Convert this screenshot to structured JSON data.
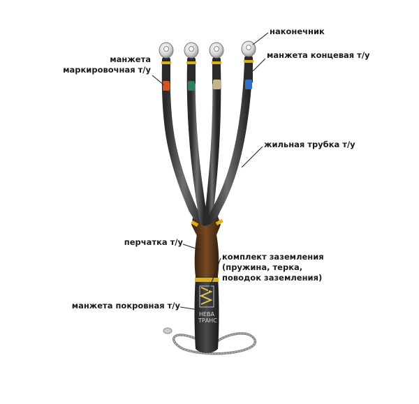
{
  "labels": {
    "lug": "наконечник",
    "marking_cuff_1": "манжета",
    "marking_cuff_2": "маркировочная т/у",
    "end_cuff": "манжета концевая т/у",
    "core_tube": "жильная трубка т/у",
    "glove": "перчатка т/у",
    "grounding_1": "комплект заземления",
    "grounding_2": "(пружина,  терка,",
    "grounding_3": "поводок заземления)",
    "cover_cuff": "манжета покровная т/у"
  },
  "brand": {
    "line1": "НЕВА",
    "line2": "ТРАНС"
  },
  "colors": {
    "core_marks": [
      "#d2561e",
      "#2e7d5b",
      "#c7b488",
      "#2f6fc4"
    ],
    "tube": "#3a3a3a",
    "glove": "#5a3518",
    "band": "#d8b020",
    "leader": "#222222"
  }
}
